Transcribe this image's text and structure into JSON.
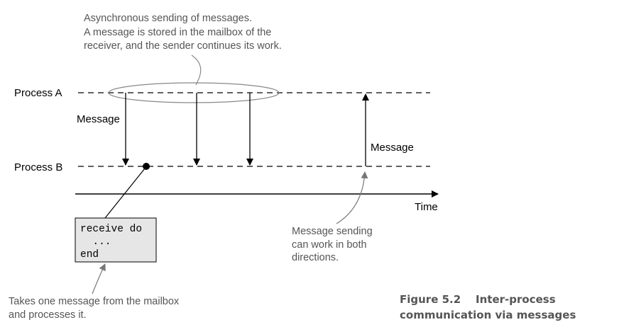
{
  "processes": {
    "a_label": "Process A",
    "b_label": "Process B"
  },
  "arrows": {
    "message_left": "Message",
    "message_right": "Message"
  },
  "time_label": "Time",
  "notes": {
    "async": [
      "Asynchronous sending of messages.",
      "A message is stored in the mailbox of the",
      "receiver, and the sender continues its work."
    ],
    "both_directions": [
      "Message sending",
      "can work in both",
      "directions."
    ],
    "receive_note": [
      "Takes one message from the mailbox",
      "and processes it."
    ]
  },
  "code_box": {
    "lines": [
      "receive do",
      "  ...",
      "end"
    ]
  },
  "caption": {
    "lines": [
      "Figure 5.2    Inter-process",
      "communication via messages"
    ]
  }
}
